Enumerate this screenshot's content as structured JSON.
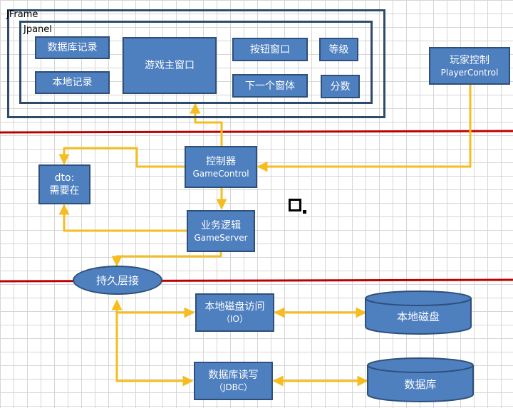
{
  "jframe": {
    "label": "JFrame"
  },
  "jpanel": {
    "label": "Jpanel"
  },
  "panel_boxes": {
    "db_record": "数据库记录",
    "local_record": "本地记录",
    "main_window": "游戏主窗口",
    "button_window": "按钮窗口",
    "next_window": "下一个窗体",
    "level": "等级",
    "score": "分数"
  },
  "player_control": {
    "line1": "玩家控制",
    "line2": "PlayerControl"
  },
  "controller": {
    "line1": "控制器",
    "line2": "GameControl"
  },
  "dto": {
    "line1": "dto:",
    "line2": "需要在"
  },
  "business": {
    "line1": "业务逻辑",
    "line2": "GameServer"
  },
  "persistence": {
    "label": "持久层接"
  },
  "local_access": {
    "line1": "本地磁盘访问",
    "line2": "（IO）"
  },
  "local_disk": {
    "label": "本地磁盘"
  },
  "db_rw": {
    "line1": "数据库读写",
    "line2": "（JDBC）"
  },
  "database": {
    "label": "数据库"
  },
  "colors": {
    "box_fill": "#4e7fbf",
    "arrow": "#f5bd1f",
    "divider": "#c00000",
    "frame": "#2f4b6a"
  }
}
